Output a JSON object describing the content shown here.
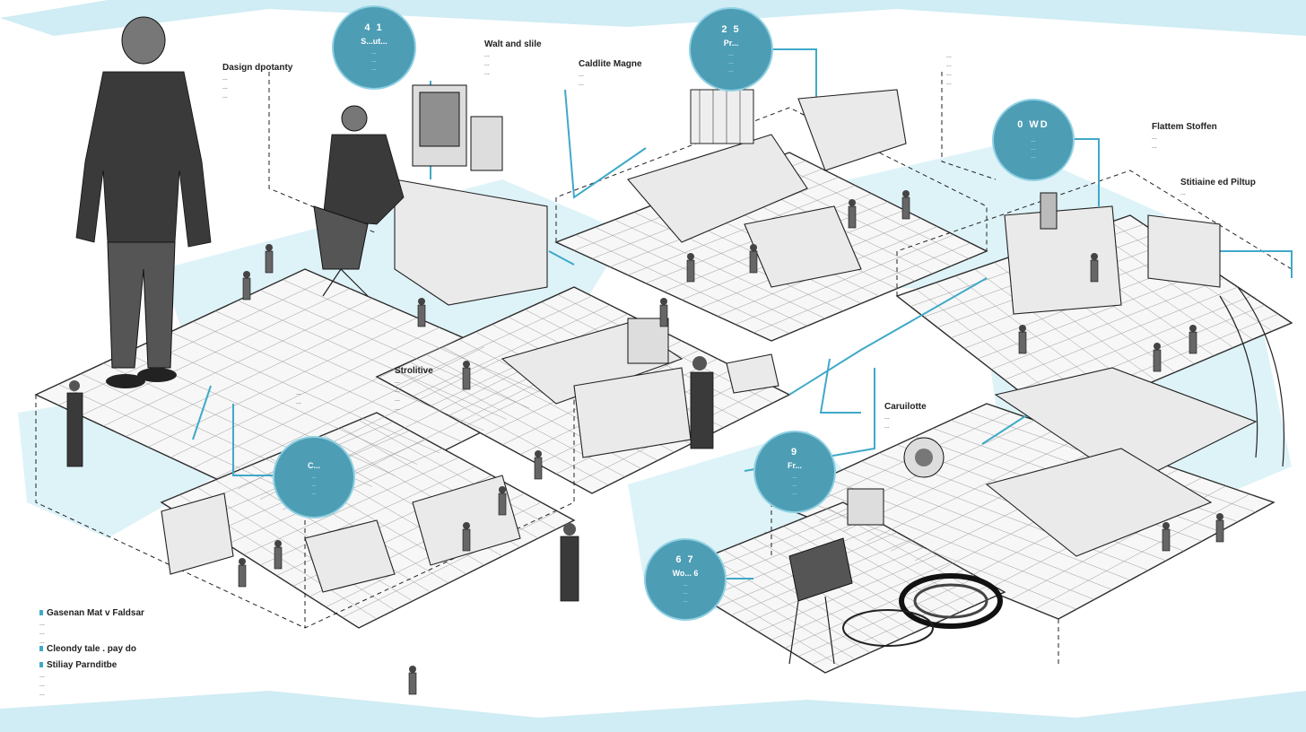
{
  "callouts": [
    {
      "id": "c1",
      "number": "4 1",
      "title": "S...ut...",
      "lines": [
        "...",
        "...",
        "..."
      ]
    },
    {
      "id": "c2",
      "number": "2 5",
      "title": "Pr...",
      "lines": [
        "...",
        "...",
        "..."
      ]
    },
    {
      "id": "c3",
      "number": "0 WD",
      "title": "",
      "lines": [
        "...",
        "...",
        "..."
      ]
    },
    {
      "id": "c4",
      "number": "",
      "title": "C...",
      "lines": [
        "...",
        "...",
        "..."
      ]
    },
    {
      "id": "c5",
      "number": "9",
      "title": "Fr...",
      "lines": [
        "...",
        "...",
        "..."
      ]
    },
    {
      "id": "c6",
      "number": "6 7",
      "title": "Wo... 6",
      "lines": [
        "...",
        "...",
        "..."
      ]
    }
  ],
  "labels": [
    {
      "id": "l1",
      "heading": "Dasign dpotanty",
      "lines": [
        "...",
        "...",
        "..."
      ]
    },
    {
      "id": "l2",
      "heading": "Walt and slile",
      "lines": [
        "...",
        "...",
        "..."
      ]
    },
    {
      "id": "l3",
      "heading": "Caldlite Magne",
      "lines": [
        "...",
        "..."
      ]
    },
    {
      "id": "l4",
      "heading": "",
      "lines": [
        "...",
        "...",
        "...",
        "..."
      ]
    },
    {
      "id": "l5",
      "heading": "Flattem Stoffen",
      "lines": [
        "...",
        "..."
      ]
    },
    {
      "id": "l6",
      "heading": "Stitiaine ed Piltup",
      "lines": [
        "...",
        "..."
      ]
    },
    {
      "id": "l7",
      "heading": "Strolitive",
      "lines": [
        "...",
        "...",
        "...",
        "..."
      ]
    },
    {
      "id": "l8",
      "heading": "",
      "lines": [
        "...",
        "..."
      ]
    },
    {
      "id": "l9",
      "heading": "Caruilotte",
      "lines": [
        "...",
        "..."
      ]
    },
    {
      "id": "l10",
      "heading": "",
      "lines": [
        "..."
      ]
    },
    {
      "id": "l11",
      "heading": "Gasenan Mat v Faldsar",
      "lines": [
        "...",
        "...",
        "..."
      ]
    },
    {
      "id": "l12",
      "heading": "Cleondy tale . pay do",
      "lines": []
    },
    {
      "id": "l13",
      "heading": "Stiliay Parnditbe",
      "lines": [
        "...",
        "...",
        "..."
      ]
    }
  ],
  "colors": {
    "accent": "#4d9db5",
    "wash": "#a9dceb",
    "ink": "#222222"
  }
}
